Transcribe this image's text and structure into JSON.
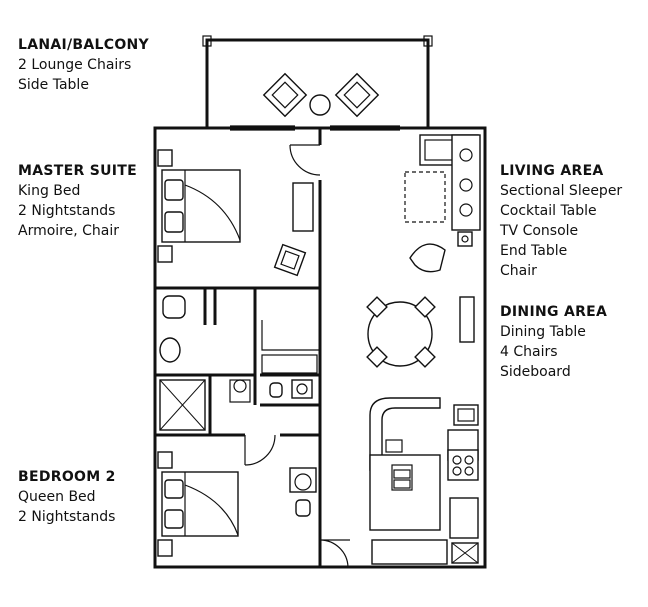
{
  "rooms": {
    "lanai": {
      "title": "LANAI/BALCONY",
      "items": [
        "2 Lounge Chairs",
        "Side Table"
      ]
    },
    "master": {
      "title": "MASTER SUITE",
      "items": [
        "King Bed",
        "2 Nightstands",
        "Armoire, Chair"
      ]
    },
    "living": {
      "title": "LIVING AREA",
      "items": [
        "Sectional Sleeper",
        "Cocktail Table",
        "TV Console",
        "End Table",
        "Chair"
      ]
    },
    "dining": {
      "title": "DINING AREA",
      "items": [
        "Dining Table",
        "4 Chairs",
        "Sideboard"
      ]
    },
    "bedroom2": {
      "title": "BEDROOM 2",
      "items": [
        "Queen Bed",
        "2 Nightstands"
      ]
    }
  }
}
